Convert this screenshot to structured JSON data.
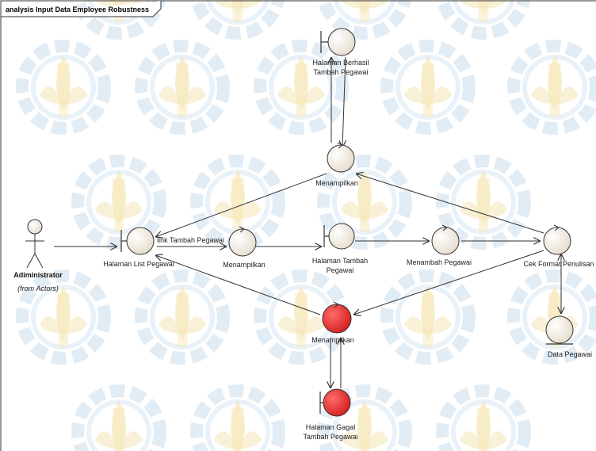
{
  "frame": {
    "title": "analysis Input Data Employee Robustness"
  },
  "actor": {
    "name": "Adiministrator",
    "note": "(from Actors)"
  },
  "elements": {
    "halaman_berhasil": {
      "label1": "Halaman Berhasil",
      "label2": "Tambah Pegawai",
      "kind": "boundary"
    },
    "menampilkan_top": {
      "label1": "Menampilkan",
      "kind": "control"
    },
    "halaman_list": {
      "label1": "Halaman List Pegawai",
      "kind": "boundary"
    },
    "menampilkan_mid": {
      "label1": "Menampilkan",
      "kind": "control"
    },
    "halaman_tambah": {
      "label1": "Halaman Tambah",
      "label2": "Pegawai",
      "kind": "boundary"
    },
    "menambah_pegawai": {
      "label1": "Menambah Pegawai",
      "kind": "control"
    },
    "cek_format": {
      "label1": "Cek Format Penulisan",
      "kind": "control"
    },
    "data_pegawai": {
      "label1": "Data Pegawai",
      "kind": "entity"
    },
    "menampilkan_bottom": {
      "label1": "Menampilkan",
      "kind": "control",
      "highlight": true
    },
    "halaman_gagal": {
      "label1": "Halaman Gagal",
      "label2": "Tambah Pegawai",
      "kind": "boundary",
      "highlight": true
    }
  },
  "connector_labels": {
    "link_tambah": "link Tambah Pegawai"
  },
  "colors": {
    "node_fill": "#f3ece2",
    "highlight_fill": "#e23a3a",
    "line": "#333333",
    "watermark_blue": "#bdd6ea",
    "watermark_gold": "#f2de9b"
  }
}
